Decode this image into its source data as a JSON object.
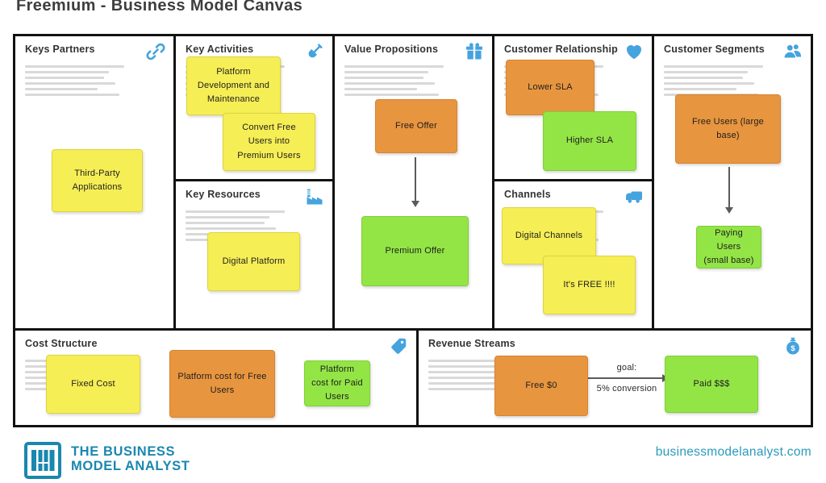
{
  "page_title": "Freemium - Business Model Canvas",
  "colors": {
    "note_yellow": "#f6ee55",
    "note_orange": "#e8953f",
    "note_green": "#93e546",
    "icon_blue": "#45a3de",
    "brand_teal": "#1a87ae",
    "border_black": "#121212"
  },
  "sections": {
    "keys_partners": {
      "label": "Keys Partners",
      "icon": "link-icon",
      "notes": [
        {
          "text": "Third-Party Applications",
          "color": "yellow"
        }
      ]
    },
    "key_activities": {
      "label": "Key Activities",
      "icon": "shovel-icon",
      "notes": [
        {
          "text": "Platform Development and Maintenance",
          "color": "yellow"
        },
        {
          "text": "Convert Free Users into Premium Users",
          "color": "yellow"
        }
      ]
    },
    "key_resources": {
      "label": "Key Resources",
      "icon": "factory-icon",
      "notes": [
        {
          "text": "Digital Platform",
          "color": "yellow"
        }
      ]
    },
    "value_propositions": {
      "label": "Value Propositions",
      "icon": "gift-icon",
      "notes": [
        {
          "text": "Free Offer",
          "color": "orange"
        },
        {
          "text": "Premium Offer",
          "color": "green"
        }
      ]
    },
    "customer_relationship": {
      "label": "Customer Relationship",
      "icon": "heart-icon",
      "notes": [
        {
          "text": "Lower SLA",
          "color": "orange"
        },
        {
          "text": "Higher SLA",
          "color": "green"
        }
      ]
    },
    "channels": {
      "label": "Channels",
      "icon": "truck-icon",
      "notes": [
        {
          "text": "Digital Channels",
          "color": "yellow"
        },
        {
          "text": "It's FREE !!!!",
          "color": "yellow"
        }
      ]
    },
    "customer_segments": {
      "label": "Customer Segments",
      "icon": "people-icon",
      "notes": [
        {
          "text": "Free Users (large base)",
          "color": "orange"
        },
        {
          "text": "Paying Users (small base)",
          "color": "green"
        }
      ]
    },
    "cost_structure": {
      "label": "Cost Structure",
      "icon": "tag-icon",
      "notes": [
        {
          "text": "Fixed Cost",
          "color": "yellow"
        },
        {
          "text": "Platform cost for Free Users",
          "color": "orange"
        },
        {
          "text": "Platform cost for Paid Users",
          "color": "green"
        }
      ]
    },
    "revenue_streams": {
      "label": "Revenue Streams",
      "icon": "money-bag-icon",
      "notes": [
        {
          "text": "Free $0",
          "color": "orange"
        },
        {
          "text": "Paid $$$",
          "color": "green"
        }
      ],
      "arrow_label_top": "goal:",
      "arrow_label_bottom": "5% conversion"
    }
  },
  "footer": {
    "brand_line1": "THE BUSINESS",
    "brand_line2": "MODEL ANALYST",
    "website": "businessmodelanalyst.com"
  }
}
